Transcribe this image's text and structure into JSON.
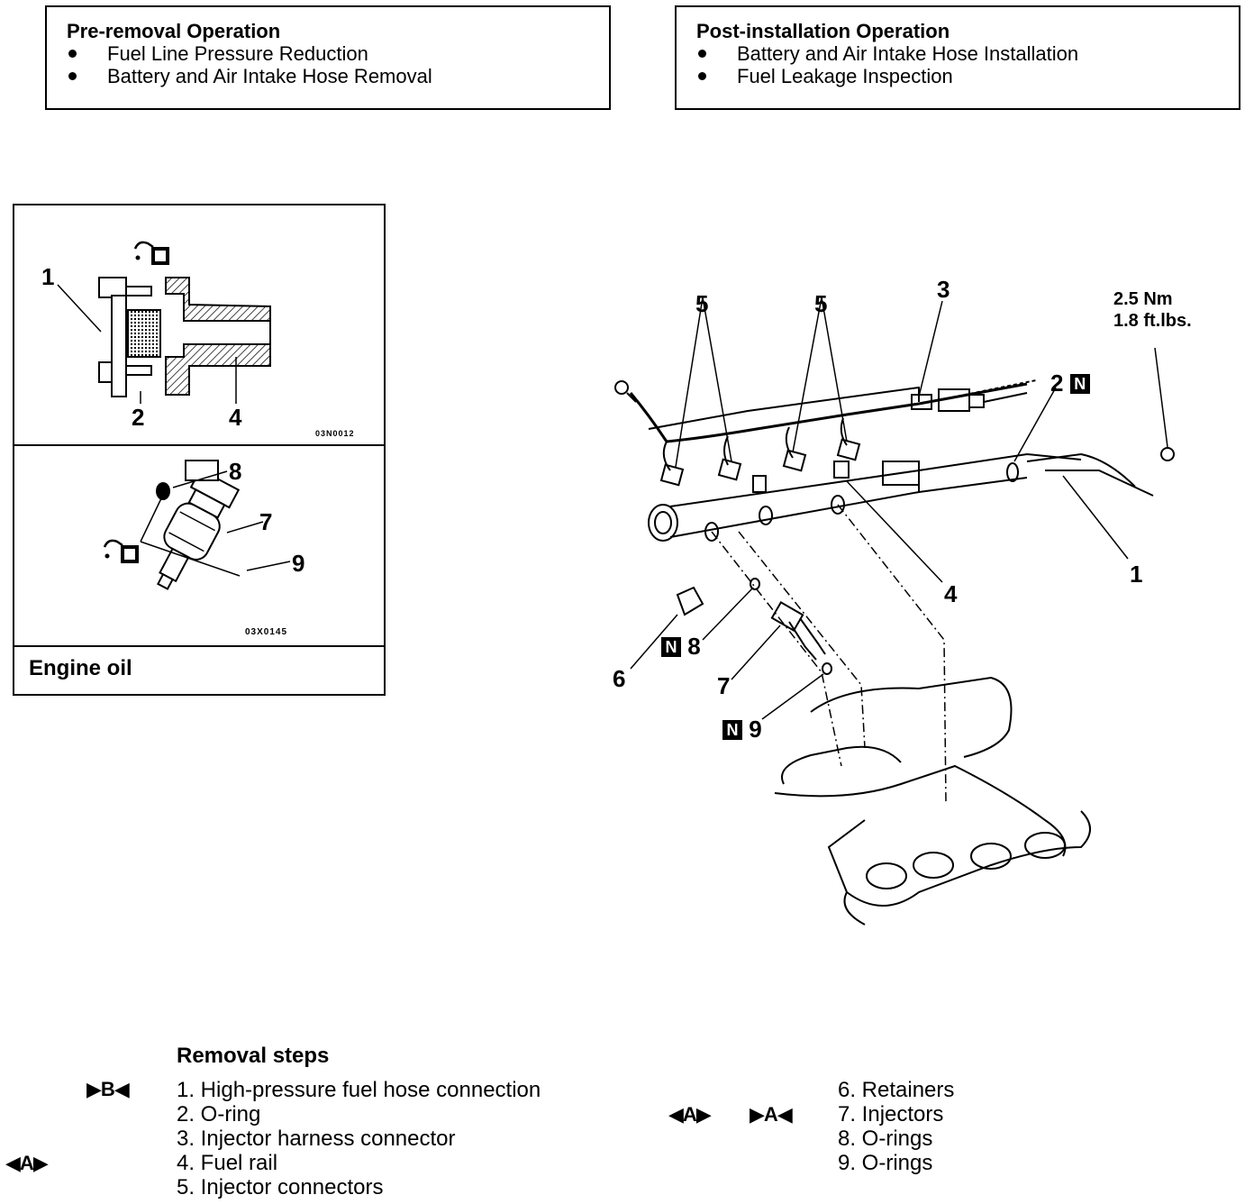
{
  "pre_removal": {
    "title": "Pre-removal Operation",
    "items": [
      "Fuel Line Pressure Reduction",
      "Battery and Air Intake Hose Removal"
    ]
  },
  "post_installation": {
    "title": "Post-installation Operation",
    "items": [
      "Battery and Air Intake Hose Installation",
      "Fuel Leakage Inspection"
    ]
  },
  "inset": {
    "top_callouts": [
      "1",
      "2",
      "4"
    ],
    "top_code": "03N0012",
    "bottom_callouts": [
      "8",
      "7",
      "9"
    ],
    "bottom_code": "03X0145",
    "engine_oil": "Engine oil"
  },
  "main_diagram": {
    "callouts": {
      "c5a": "5",
      "c5b": "5",
      "c3": "3",
      "c2": "2",
      "c1": "1",
      "c4": "4",
      "c6": "6",
      "c8": "8",
      "c7": "7",
      "c9": "9"
    },
    "torque": [
      "2.5 Nm",
      "1.8 ft.lbs."
    ],
    "new_part_mark": "N"
  },
  "removal": {
    "title": "Removal steps",
    "left": [
      "1. High-pressure fuel hose connection",
      "2. O-ring",
      "3. Injector harness connector",
      "4. Fuel rail",
      "5. Injector connectors"
    ],
    "right": [
      "6. Retainers",
      "7. Injectors",
      "8. O-rings",
      "9. O-rings"
    ],
    "symbols": {
      "step1": "B",
      "step4": "A",
      "step7_removal": "A",
      "step7_install": "A"
    }
  }
}
